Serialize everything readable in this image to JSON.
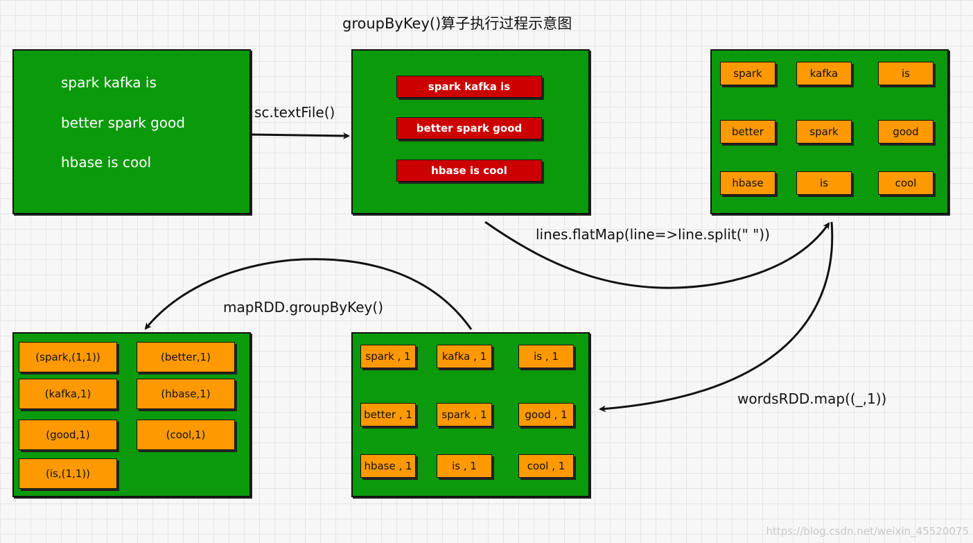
{
  "title": "groupByKey()算子执行过程示意图",
  "panel1": {
    "lines": [
      "spark kafka is",
      "better spark good",
      "hbase is cool"
    ]
  },
  "panel2": {
    "lines": [
      "spark kafka is",
      "better spark good",
      "hbase is cool"
    ]
  },
  "panel3": {
    "words": [
      "spark",
      "kafka",
      "is",
      "better",
      "spark",
      "good",
      "hbase",
      "is",
      "cool"
    ]
  },
  "panel4": {
    "pairs": [
      "spark , 1",
      "kafka , 1",
      "is , 1",
      "better , 1",
      "spark , 1",
      "good , 1",
      "hbase , 1",
      "is , 1",
      "cool , 1"
    ]
  },
  "panel5": {
    "groups": [
      "(spark,(1,1))",
      "(better,1)",
      "(kafka,1)",
      "(hbase,1)",
      "(good,1)",
      "(cool,1)",
      "(is,(1,1))"
    ]
  },
  "labels": {
    "textfile": "sc.textFile()",
    "flatmap": "lines.flatMap(line=>line.split(\" \"))",
    "map": "wordsRDD.map((_,1))",
    "groupbykey": "mapRDD.groupByKey()"
  },
  "watermark": "https://blog.csdn.net/weixin_45520075",
  "colors": {
    "panel": "#0b9a0b",
    "red_box": "#cc0000",
    "orange_box": "#ff9900"
  }
}
